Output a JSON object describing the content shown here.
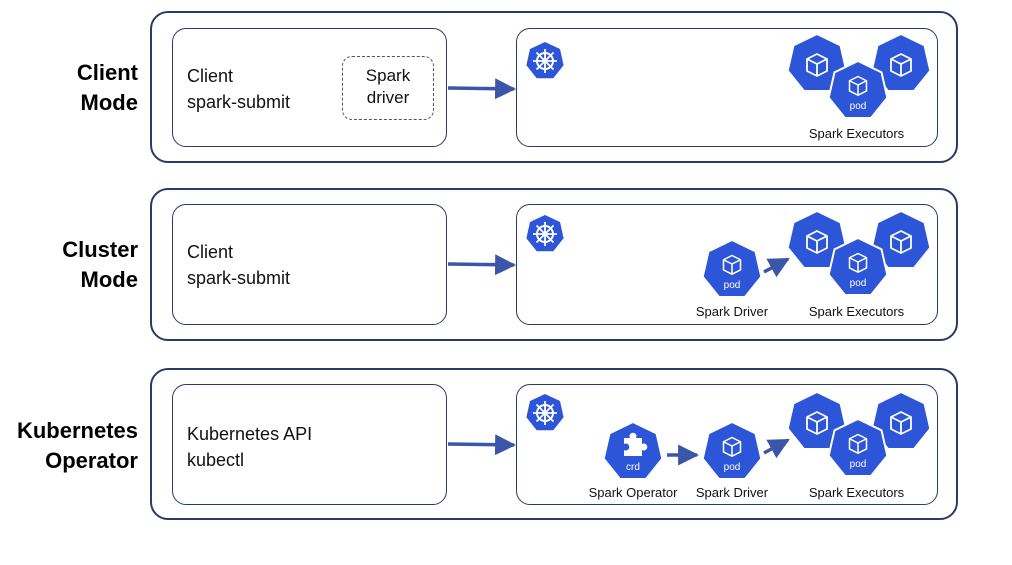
{
  "colors": {
    "border": "#2b3a67",
    "pod_blue": "#2d55d8",
    "arrow": "#3b56a8"
  },
  "rows": [
    {
      "mode_label_line1": "Client",
      "mode_label_line2": "Mode",
      "client_line1": "Client",
      "client_line2": "spark-submit",
      "driver_line1": "Spark",
      "driver_line2": "driver",
      "executors_label": "Spark Executors",
      "pod_label": "pod"
    },
    {
      "mode_label_line1": "Cluster",
      "mode_label_line2": "Mode",
      "client_line1": "Client",
      "client_line2": "spark-submit",
      "driver_label": "Spark Driver",
      "driver_pod_label": "pod",
      "executors_label": "Spark Executors",
      "pod_label": "pod"
    },
    {
      "mode_label_line1": "Kubernetes",
      "mode_label_line2": "Operator",
      "client_line1": "Kubernetes API",
      "client_line2": "kubectl",
      "operator_label": "Spark Operator",
      "operator_badge": "crd",
      "driver_label": "Spark Driver",
      "driver_pod_label": "pod",
      "executors_label": "Spark Executors",
      "pod_label": "pod"
    }
  ],
  "icons": {
    "kubernetes": "kubernetes-helm-icon",
    "pod": "pod-cube-icon",
    "crd": "puzzle-piece-icon"
  }
}
